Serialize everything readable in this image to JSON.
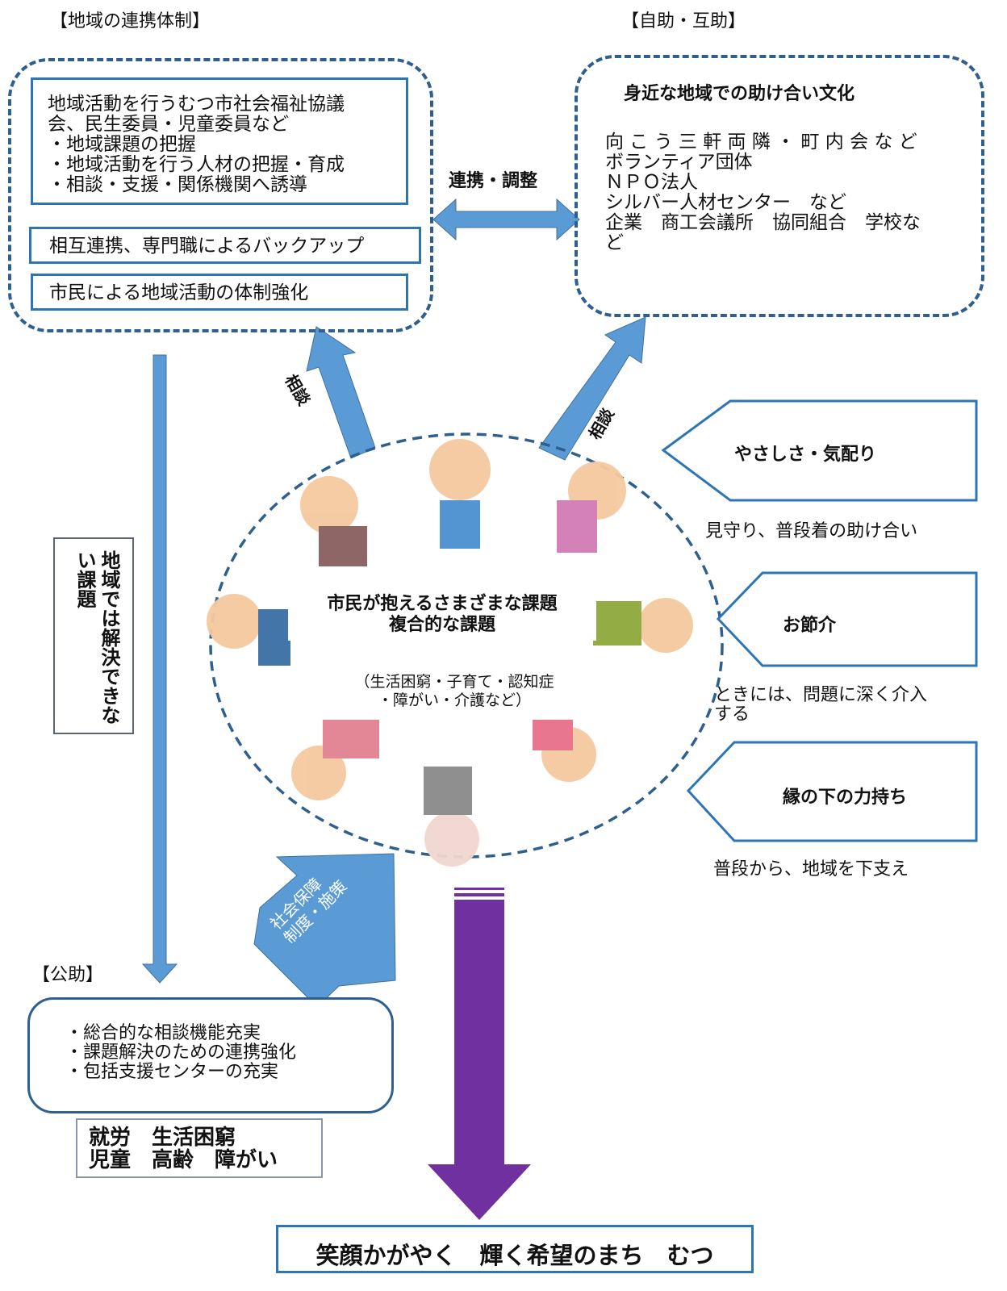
{
  "headings": {
    "local": "【地域の連携体制】",
    "self_mutual": "【自助・互助】",
    "public": "【公助】"
  },
  "local_box": {
    "inner_text": "地域活動を行うむつ市社会福祉協議\n会、民生委員・児童委員など\n・地域課題の把握\n・地域活動を行う人材の把握・育成\n・相談・支援・関係機関へ誘導",
    "backup": "相互連携、専門職によるバックアップ",
    "strengthen": "市民による地域活動の体制強化"
  },
  "self_box": {
    "title": "身近な地域での助け合い文化",
    "body": "向 こ う 三 軒 両 隣 ・ 町 内 会 な ど\nボランティア団体\nＮＰＯ法人\nシルバー人材センター　など\n企業　商工会議所　協同組合　学校な\nど"
  },
  "coordination_label": "連携・調整",
  "consult_left": "相談",
  "consult_right": "相談",
  "unsolvable_label": "地域では解決できない課題",
  "center": {
    "title_line1": "市民が抱えるさまざまな課題",
    "title_line2": "複合的な課題",
    "sub_line1": "（生活困窮・子育て・認知症",
    "sub_line2": "・障がい・介護など）"
  },
  "right_items": [
    {
      "label": "やさしさ・気配り",
      "note": "見守り、普段着の助け合い"
    },
    {
      "label": "お節介",
      "note": "ときには、問題に深く介入\nする"
    },
    {
      "label": "縁の下の力持ち",
      "note": "普段から、地域を下支え"
    }
  ],
  "social_arrow": {
    "line1": "社会保障",
    "line2": "制度・施策"
  },
  "public_box": {
    "body": "・総合的な相談機能充実\n・課題解決のための連携強化\n・包括支援センターの充実",
    "fields": "就労　生活困窮\n児童　高齢　障がい"
  },
  "slogan": "笑顔かがやく　輝く希望のまち　むつ",
  "colors": {
    "dashed": "#2f5f8f",
    "box_border": "#2e75b6",
    "arrow_blue": "#5b9bd5",
    "arrow_purple": "#7030a0"
  }
}
